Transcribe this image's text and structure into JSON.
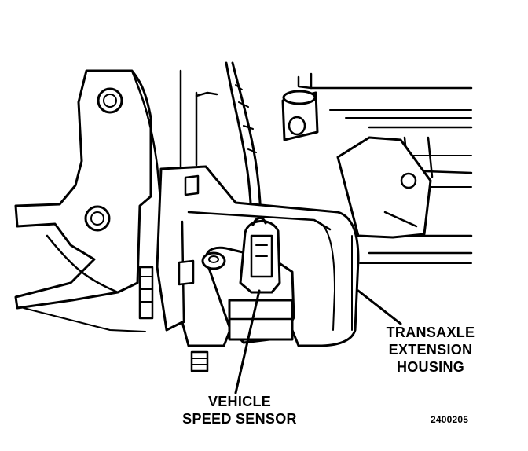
{
  "figure": {
    "callouts": {
      "vehicle_speed_sensor": {
        "line1": "VEHICLE",
        "line2": "SPEED SENSOR"
      },
      "transaxle_extension_housing": {
        "line1": "TRANSAXLE",
        "line2": "EXTENSION",
        "line3": "HOUSING"
      }
    },
    "figure_number": "2400205"
  }
}
